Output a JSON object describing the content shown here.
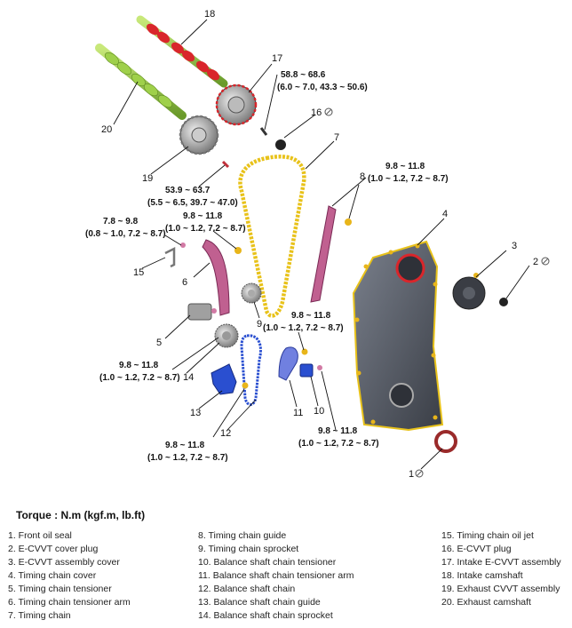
{
  "callouts": {
    "n1": "1",
    "n2": "2",
    "n3": "3",
    "n4": "4",
    "n5": "5",
    "n6": "6",
    "n7": "7",
    "n8": "8",
    "n9": "9",
    "n10": "10",
    "n11": "11",
    "n12": "12",
    "n13": "13",
    "n14": "14",
    "n15": "15",
    "n16": "16",
    "n17": "17",
    "n18": "18",
    "n19": "19",
    "n20": "20"
  },
  "torques": {
    "t17_a": "58.8 ~ 68.6",
    "t17_b": "(6.0 ~ 7.0, 43.3 ~ 50.6)",
    "t19_a": "53.9 ~ 63.7",
    "t19_b": "(5.5 ~ 6.5, 39.7 ~ 47.0)",
    "t8_a": "9.8 ~ 11.8",
    "t8_b": "(1.0 ~ 1.2, 7.2 ~ 8.7)",
    "t15_a": "7.8 ~ 9.8",
    "t15_b": "(0.8 ~ 1.0, 7.2 ~ 8.7)",
    "t6_a": "9.8 ~ 11.8",
    "t6_b": "(1.0 ~ 1.2, 7.2 ~ 8.7)",
    "t11_a": "9.8 ~ 11.8",
    "t11_b": "(1.0 ~ 1.2, 7.2 ~ 8.7)",
    "t14_a": "9.8 ~ 11.8",
    "t14_b": "(1.0 ~ 1.2, 7.2 ~ 8.7)",
    "t12_a": "9.8 ~ 11.8",
    "t12_b": "(1.0 ~ 1.2, 7.2 ~ 8.7)",
    "t10_a": "9.8 ~ 11.8",
    "t10_b": "(1.0 ~ 1.2, 7.2 ~ 8.7)"
  },
  "legend": {
    "title": "Torque : N.m (kgf.m, lb.ft)",
    "col1": [
      "1. Front oil seal",
      "2. E-CVVT cover plug",
      "3. E-CVVT assembly cover",
      "4. Timing chain cover",
      "5. Timing chain tensioner",
      "6. Timing chain tensioner arm",
      "7. Timing chain"
    ],
    "col2": [
      "8. Timing chain guide",
      "9. Timing chain sprocket",
      "10. Balance shaft chain tensioner",
      "11. Balance shaft chain tensioner arm",
      "12. Balance shaft chain",
      "13. Balance shaft chain guide",
      "14. Balance shaft chain sprocket"
    ],
    "col3": [
      "15. Timing chain oil jet",
      "16. E-CVVT plug",
      "17. Intake E-CVVT assembly",
      "18. Intake camshaft",
      "19. Exhaust CVVT assembly",
      "20. Exhaust camshaft"
    ]
  },
  "colors": {
    "camshaft": "#8cc63f",
    "cam_lobe": "#d9262b",
    "chain": "#e8c21a",
    "guide": "#c06090",
    "cover": "#5a5f6a",
    "balance": "#2a4fd0",
    "sprocket": "#8a8a8a"
  }
}
